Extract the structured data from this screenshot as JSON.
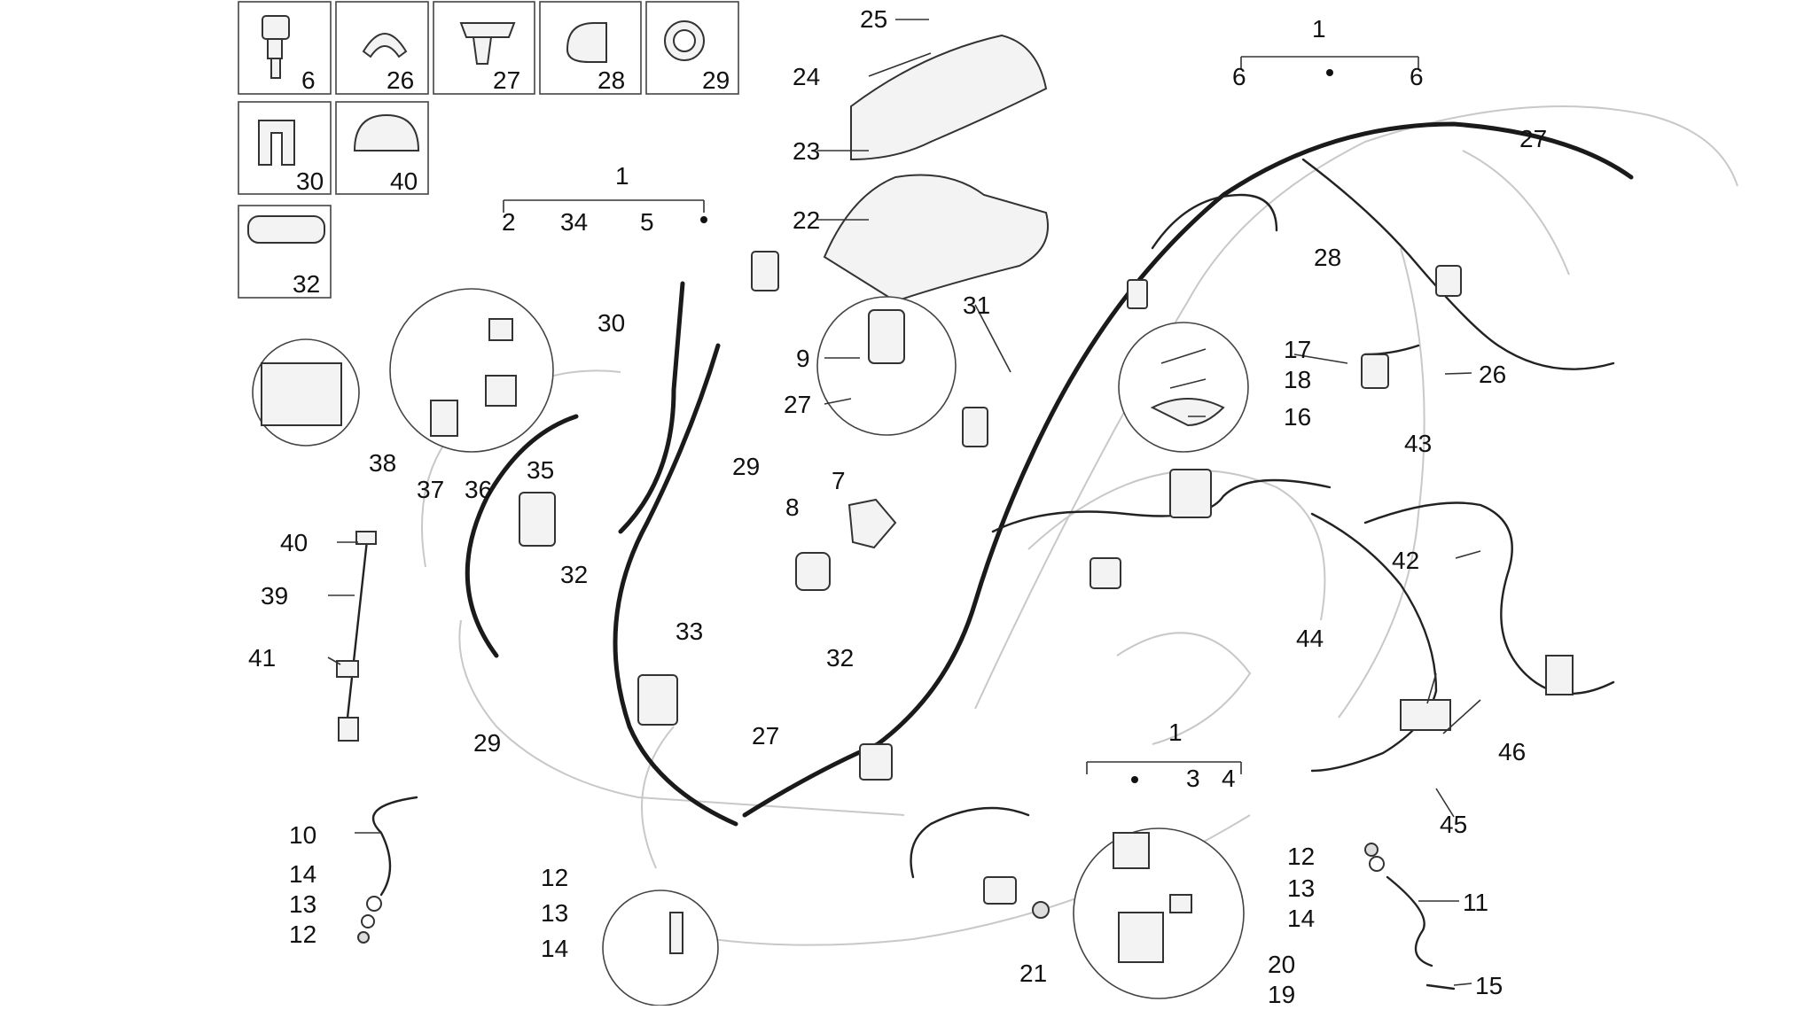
{
  "callouts": [
    "1",
    "2",
    "3",
    "4",
    "5",
    "6",
    "7",
    "8",
    "9",
    "10",
    "11",
    "12",
    "13",
    "14",
    "15",
    "16",
    "17",
    "18",
    "19",
    "20",
    "21",
    "22",
    "23",
    "24",
    "25",
    "26",
    "27",
    "28",
    "29",
    "30",
    "31",
    "32",
    "33",
    "34",
    "35",
    "36",
    "37",
    "38",
    "39",
    "40",
    "41",
    "42",
    "43",
    "44",
    "45",
    "46"
  ],
  "inset_boxes": [
    {
      "label": "6"
    },
    {
      "label": "26"
    },
    {
      "label": "27"
    },
    {
      "label": "28"
    },
    {
      "label": "29"
    },
    {
      "label": "30"
    },
    {
      "label": "40"
    },
    {
      "label": "32"
    }
  ],
  "labels": {
    "l1a": "1",
    "l2": "2",
    "l34a": "34",
    "l5": "5",
    "l25": "25",
    "l24": "24",
    "l23": "23",
    "l22": "22",
    "l1b": "1",
    "l6a": "6",
    "l6b": "6",
    "l27a": "27",
    "l28a": "28",
    "l26a": "26",
    "l17": "17",
    "l18": "18",
    "l16": "16",
    "l31": "31",
    "l9": "9",
    "l27b": "27",
    "l30": "30",
    "l29a": "29",
    "l7": "7",
    "l8": "8",
    "l38": "38",
    "l37": "37",
    "l36": "36",
    "l35": "35",
    "l40": "40",
    "l39": "39",
    "l41": "41",
    "l32a": "32",
    "l33": "33",
    "l32b": "32",
    "l29b": "29",
    "l27c": "27",
    "l43": "43",
    "l42": "42",
    "l44": "44",
    "l46": "46",
    "l45": "45",
    "l1c": "1",
    "l3": "3",
    "l4": "4",
    "l20": "20",
    "l19": "19",
    "l21": "21",
    "l10": "10",
    "l14a": "14",
    "l13a": "13",
    "l12a": "12",
    "l12b": "12",
    "l13b": "13",
    "l14b": "14",
    "l12c": "12",
    "l13c": "13",
    "l14c": "14",
    "l11": "11",
    "l15": "15"
  }
}
